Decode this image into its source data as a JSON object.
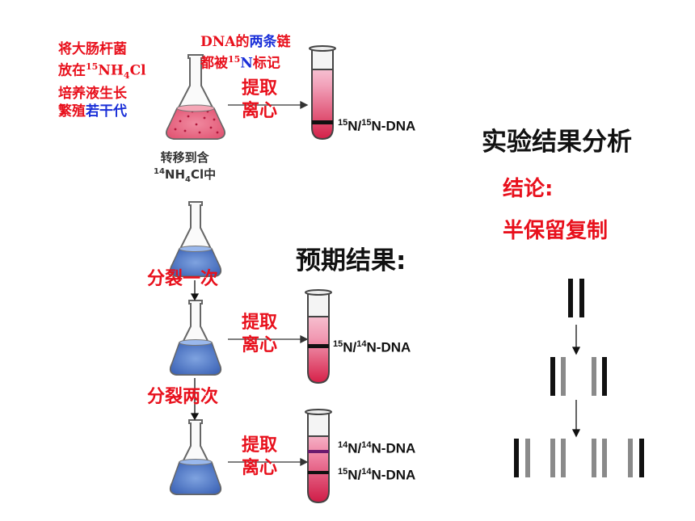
{
  "intro": {
    "line1": "将大肠杆菌",
    "line2_pre": "放在",
    "line2_sup": "15",
    "line2_nh": "NH",
    "line2_sub": "4",
    "line2_cl": "Cl",
    "line3": "培养液生长",
    "line4_red": "繁殖",
    "line4_blue": "若干代"
  },
  "dna_note": {
    "part1_red": "DNA的",
    "part1_blue": "两条",
    "part1_red2": "链",
    "part2_red": "都被",
    "part2_sup": "15",
    "part2_blue": "N",
    "part2_red2": "标记"
  },
  "transfer": {
    "line1": "转移到含",
    "sup": "14",
    "nh": "NH",
    "sub": "4",
    "cl": "Cl中"
  },
  "step_extract": {
    "extract": "提取",
    "centrifuge": "离心"
  },
  "division": {
    "once": "分裂一次",
    "twice": "分裂两次"
  },
  "bands": {
    "tube1": {
      "sup1": "15",
      "n1": "N/",
      "sup2": "15",
      "n2": "N-DNA"
    },
    "tube2": {
      "sup1": "15",
      "n1": "N/",
      "sup2": "14",
      "n2": "N-DNA"
    },
    "tube3_top": {
      "sup1": "14",
      "n1": "N/",
      "sup2": "14",
      "n2": "N-DNA"
    },
    "tube3_bottom": {
      "sup1": "15",
      "n1": "N/",
      "sup2": "14",
      "n2": "N-DNA"
    }
  },
  "expected": "预期结果:",
  "analysis": {
    "title": "实验结果分析",
    "conclusion_label": "结论:",
    "conclusion": "半保留复制"
  },
  "colors": {
    "red_text": "#e8101c",
    "blue_text": "#1a2fd8",
    "medium_red": "#e8627a",
    "medium_blue": "#4e78c8",
    "tube_fill": "#d6204a",
    "band_black": "#111111",
    "band_purple": "#6a1a6e",
    "strand_gray": "#8a8a8a"
  },
  "icons": [
    "flask-icon",
    "test-tube-icon",
    "arrow-icon",
    "dna-strand-icon"
  ]
}
